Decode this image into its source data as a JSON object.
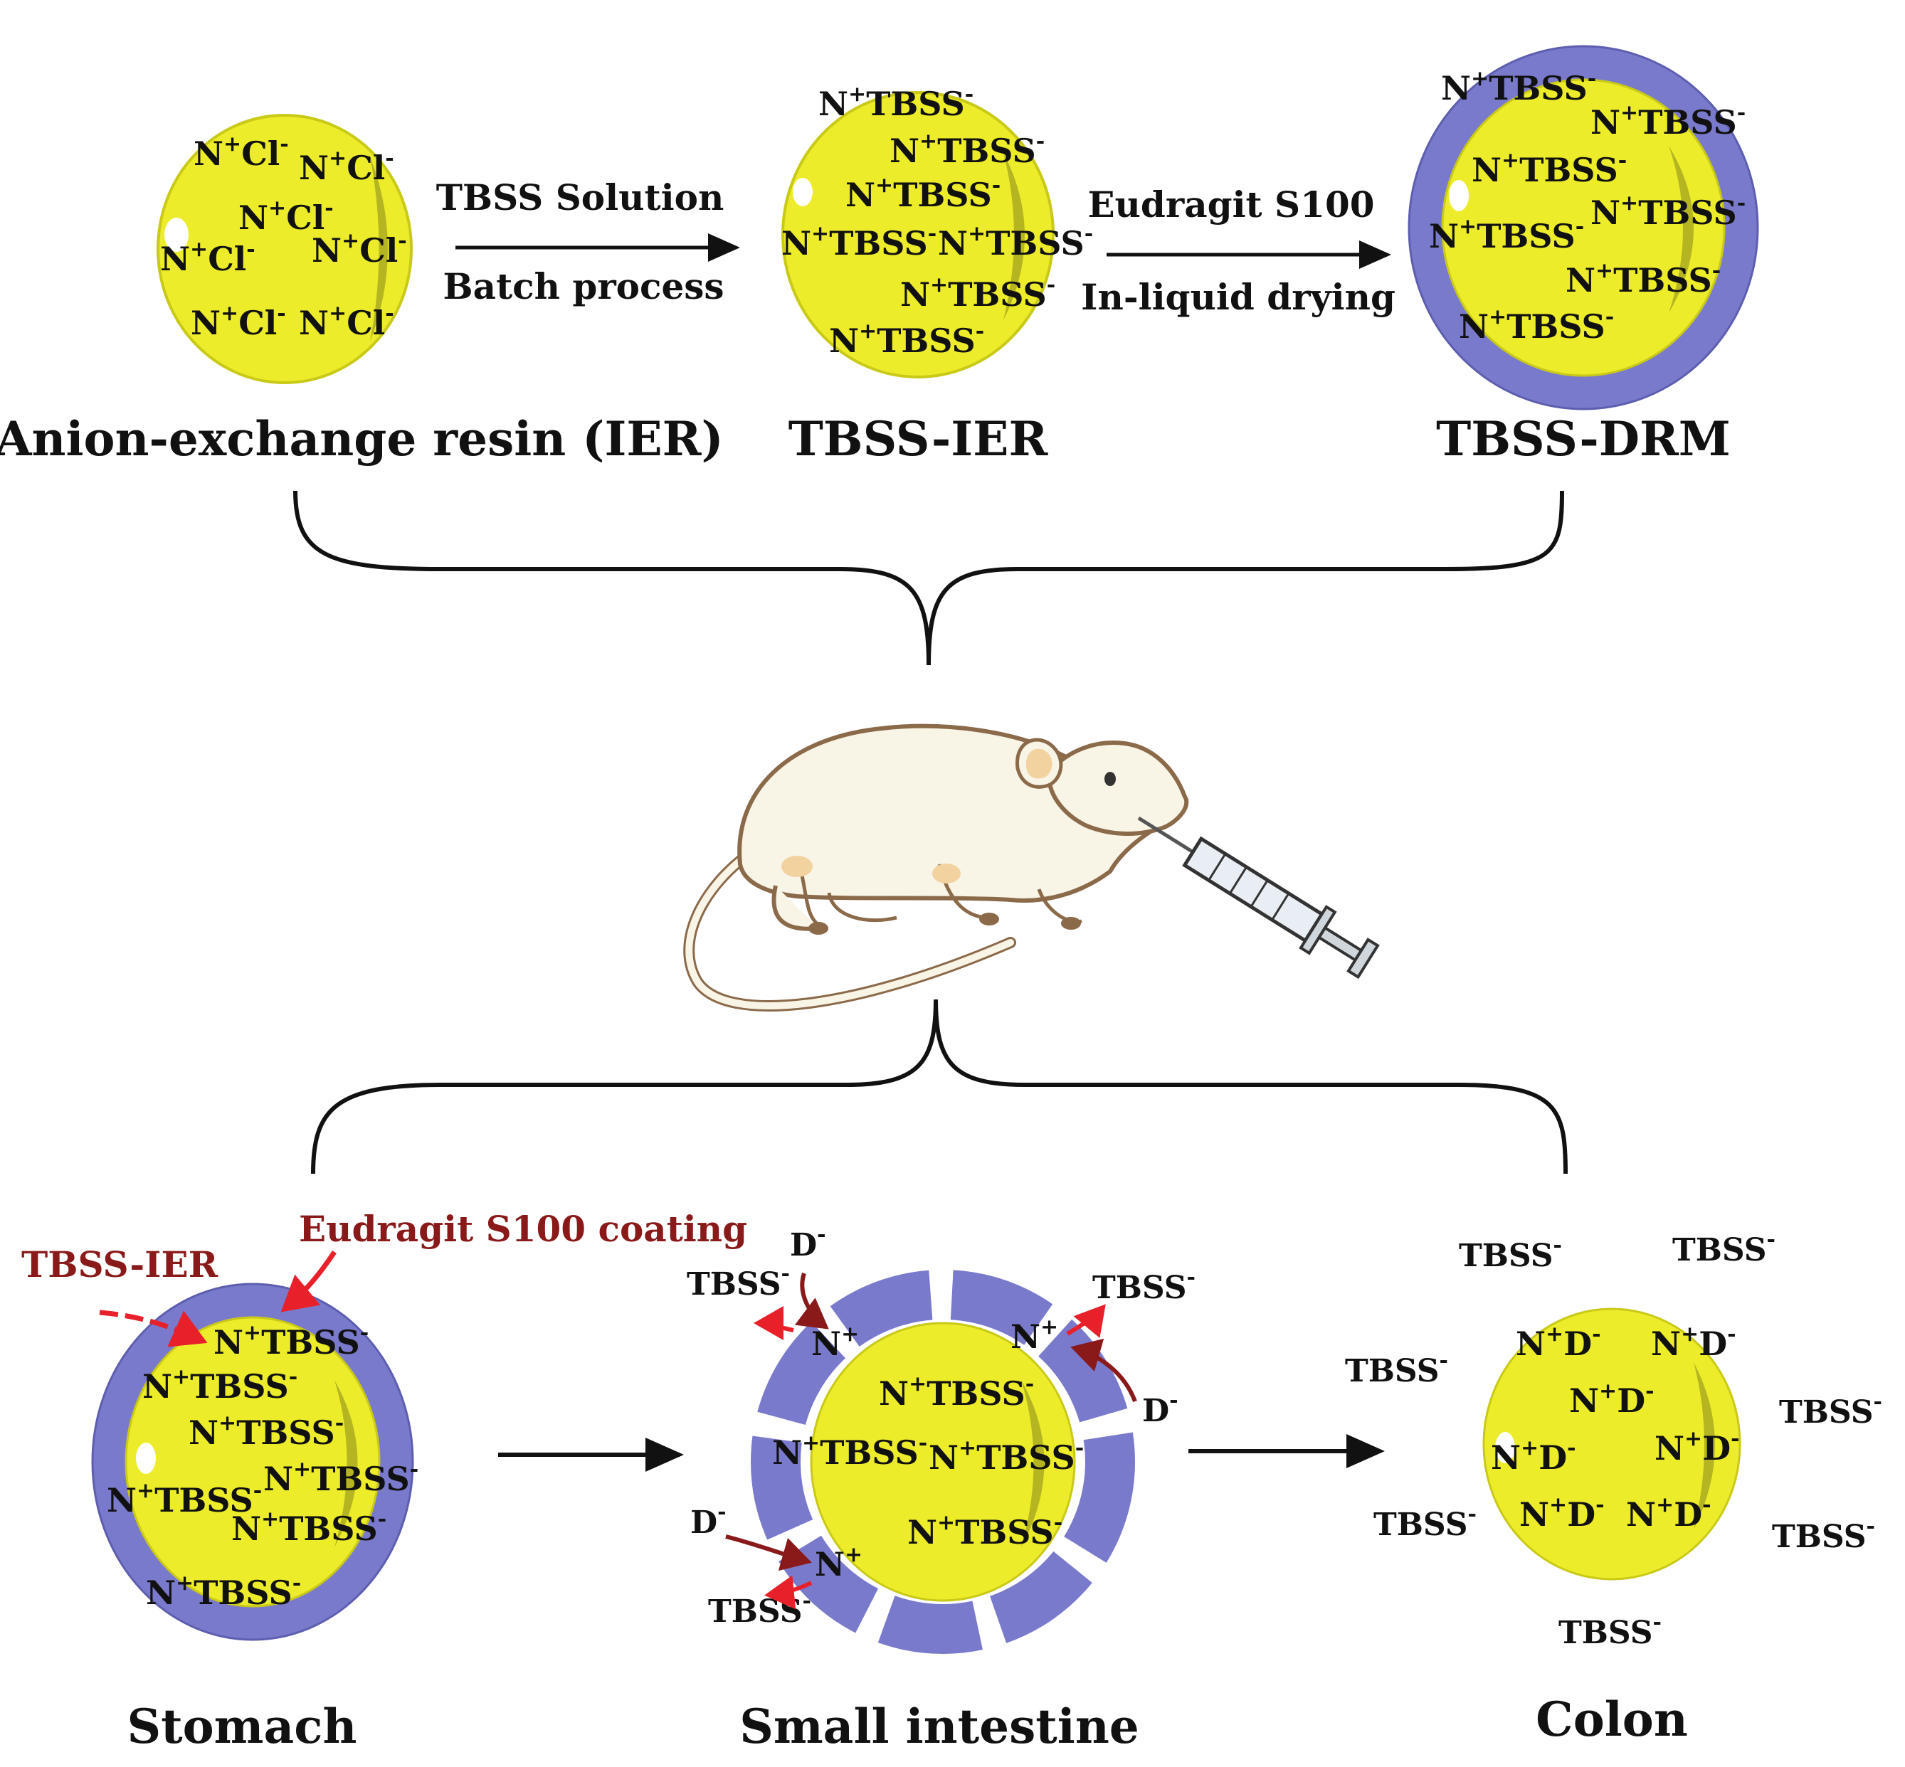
{
  "colors": {
    "bead": "#ecec2a",
    "bead_edge": "#b8b81a",
    "coating": "#7a7acc",
    "arrow": "#111111",
    "annotation": "#8a1a1a",
    "red_arrow": "#e8202a"
  },
  "top": {
    "labels": {
      "ier": "Anion-exchange resin (IER)",
      "tbss_ier": "TBSS-IER",
      "tbss_drm": "TBSS-DRM"
    },
    "step1": {
      "above": "TBSS Solution",
      "below": "Batch process"
    },
    "step2": {
      "above": "Eudragit S100",
      "below": "In-liquid drying"
    },
    "ion_chloride": {
      "base": "N",
      "sup1": "+",
      "mid": "Cl",
      "sup2": "-"
    },
    "ion_tbss": {
      "base": "N",
      "sup1": "+",
      "mid": "TBSS",
      "sup2": "-"
    }
  },
  "bottom": {
    "labels": {
      "stomach": "Stomach",
      "small_intestine": "Small intestine",
      "colon": "Colon"
    },
    "annotations": {
      "tbss_ier": "TBSS-IER",
      "coating": "Eudragit S100 coating"
    },
    "ion_n_plus": {
      "base": "N",
      "sup1": "+"
    },
    "ion_nd": {
      "base": "N",
      "sup1": "+",
      "mid": "D",
      "sup2": "-"
    },
    "free_tbss": {
      "base": "TBSS",
      "sup": "-"
    },
    "free_d": {
      "base": "D",
      "sup": "-"
    }
  },
  "icons": {
    "rat": "rat-illustration",
    "syringe": "syringe-icon"
  }
}
